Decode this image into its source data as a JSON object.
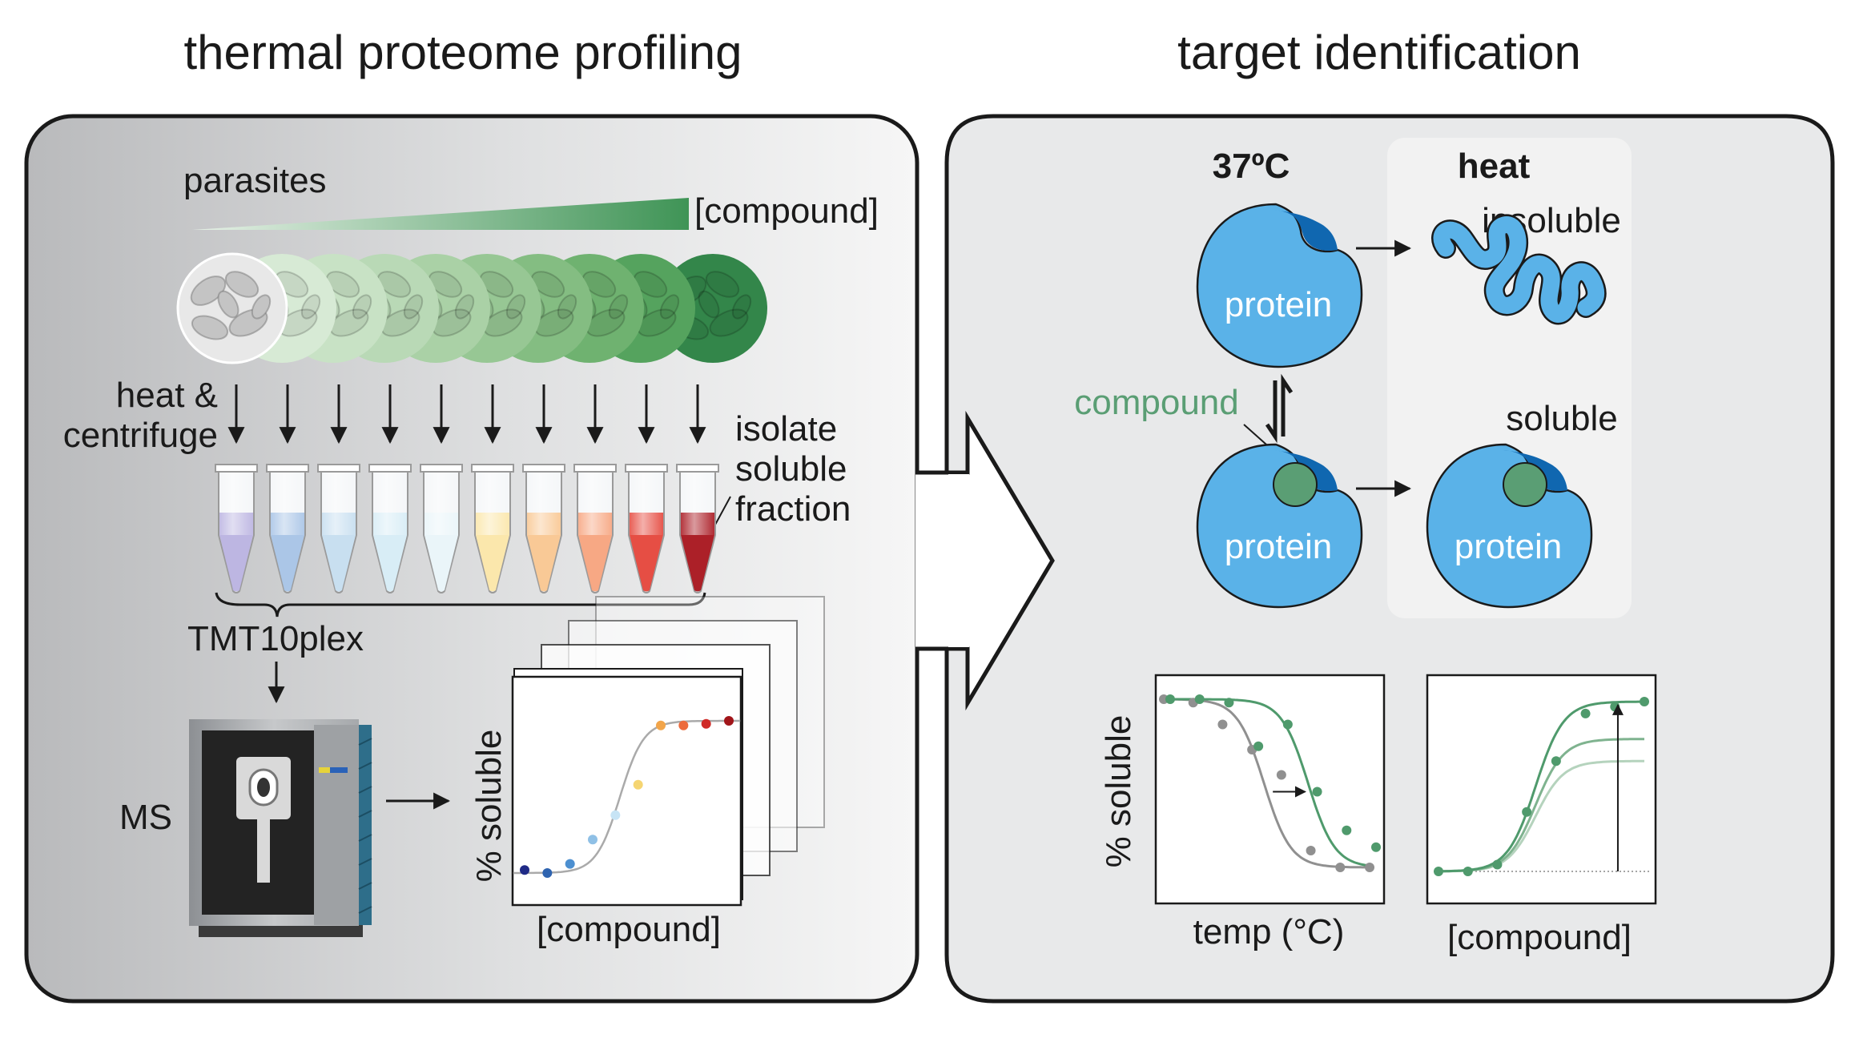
{
  "left_panel": {
    "title": "thermal proteome profiling",
    "parasites_label": "parasites",
    "compound_gradient_label": "[compound]",
    "step_heat_line1": "heat &",
    "step_heat_line2": "centrifuge",
    "isolate_line1": "isolate",
    "isolate_line2": "soluble",
    "isolate_line3": "fraction",
    "tmt_label": "TMT10plex",
    "ms_label": "MS",
    "plot_ylabel": "% soluble",
    "plot_xlabel": "[compound]",
    "sample_count": 10,
    "tube_colors": [
      "#b9b2e0",
      "#a7c3e6",
      "#c5ddef",
      "#d6ecf6",
      "#e9f4f9",
      "#fbe6a8",
      "#f9c690",
      "#f7a37d",
      "#e5453a",
      "#a8141c"
    ],
    "plate_greens": [
      "#e8e8e8",
      "#d7ead5",
      "#c8e2c5",
      "#b9d9b6",
      "#aad1a6",
      "#97c794",
      "#84bd82",
      "#6fb270",
      "#55a35e",
      "#33864a"
    ],
    "point_colors": [
      "#1f2a86",
      "#2f64b0",
      "#4c8fd0",
      "#8fc0e6",
      "#c7e4f5",
      "#f5d572",
      "#f2a54a",
      "#ec6b3c",
      "#cf2b28",
      "#a11519"
    ],
    "chart_data": {
      "type": "scatter",
      "xlabel": "[compound]",
      "ylabel": "% soluble",
      "x": [
        1,
        2,
        3,
        4,
        5,
        6,
        7,
        8,
        9,
        10
      ],
      "values": [
        0.02,
        0,
        0.06,
        0.22,
        0.38,
        0.58,
        0.97,
        0.97,
        0.98,
        1.0
      ]
    }
  },
  "right_panel": {
    "title": "target identification",
    "label_37": "37ºC",
    "label_heat": "heat",
    "label_insoluble": "insoluble",
    "label_soluble": "soluble",
    "label_compound": "compound",
    "protein_label": "protein",
    "colors": {
      "protein": "#5ab2e8",
      "protein_dark": "#1067b0",
      "compound": "#5a9e74",
      "compound_text": "#5a9e74",
      "heat_box": "#f2f2f2"
    },
    "chart_data": [
      {
        "type": "line",
        "xlabel": "temp (°C)",
        "ylabel": "% soluble",
        "series": [
          {
            "x": [
              1,
              2,
              3,
              4,
              5,
              6,
              7,
              8
            ],
            "values": [
              1.0,
              0.98,
              0.85,
              0.7,
              0.55,
              0.1,
              0.0,
              0.0
            ]
          },
          {
            "x": [
              1,
              2,
              3,
              4,
              5,
              6,
              7,
              8
            ],
            "values": [
              1.0,
              1.0,
              0.98,
              0.72,
              0.85,
              0.45,
              0.22,
              0.12
            ]
          }
        ]
      },
      {
        "type": "line",
        "xlabel": "[compound]",
        "ylabel": "",
        "series": [
          {
            "x": [
              1,
              2,
              3,
              4,
              5,
              6,
              7,
              8
            ],
            "values": [
              0.0,
              0.0,
              0.04,
              0.35,
              0.65,
              0.93,
              0.97,
              1.0
            ]
          },
          {
            "x": [
              1,
              2,
              3,
              4,
              5,
              6,
              7,
              8
            ],
            "values": [
              0.0,
              0.0,
              0.02,
              0.28,
              0.55,
              0.72,
              0.76,
              0.78
            ]
          },
          {
            "x": [
              1,
              2,
              3,
              4,
              5,
              6,
              7,
              8
            ],
            "values": [
              0.0,
              0.0,
              0.01,
              0.24,
              0.5,
              0.62,
              0.64,
              0.65
            ]
          }
        ]
      }
    ]
  },
  "center_arrow_direction": "right"
}
